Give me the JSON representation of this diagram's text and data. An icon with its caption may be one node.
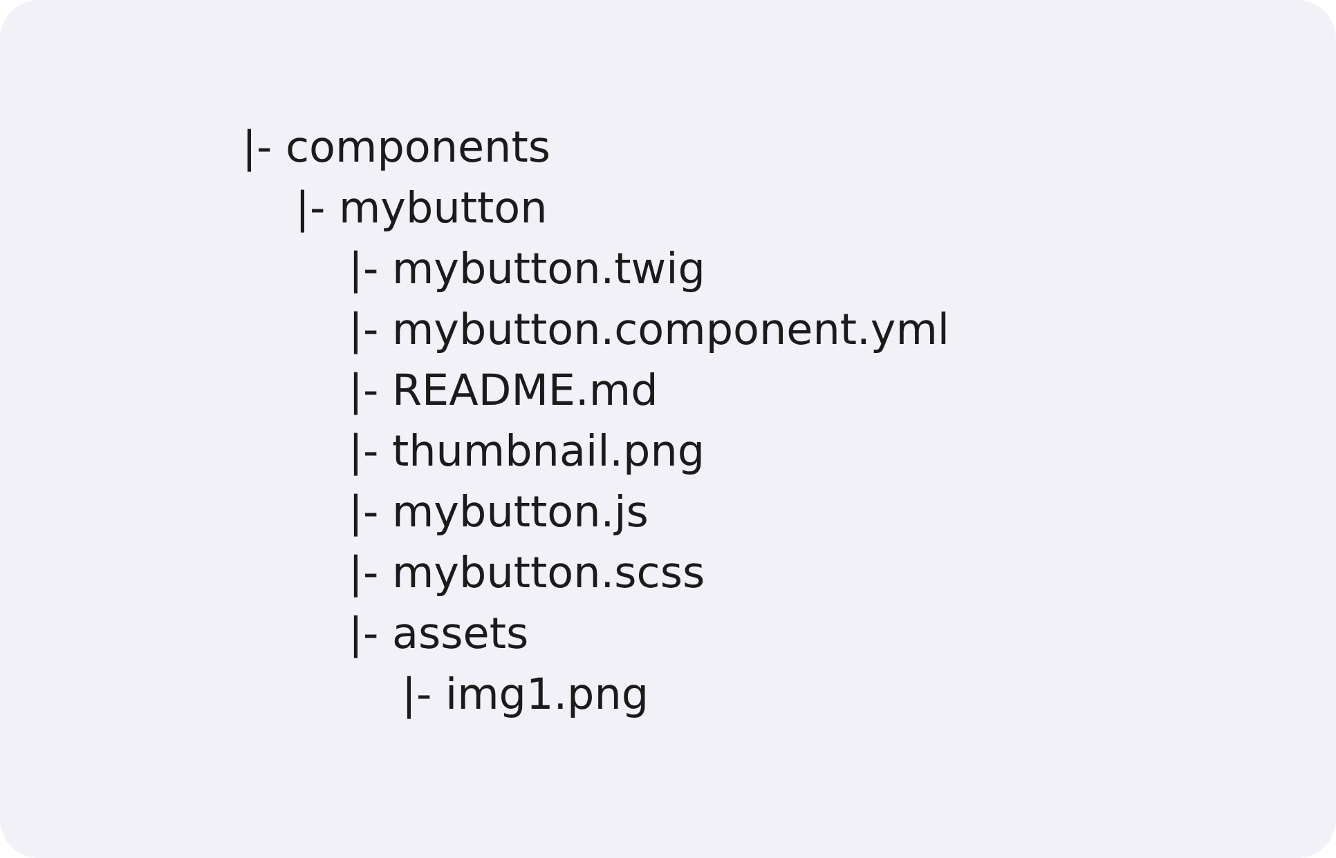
{
  "diagram": {
    "labels": [
      "|- components",
      "|- mybutton",
      "|- mybutton.twig",
      "|- mybutton.component.yml",
      "|- README.md",
      "|- thumbnail.png",
      "|- mybutton.js",
      "|- mybutton.scss",
      "|- assets",
      "|- img1.png"
    ]
  }
}
